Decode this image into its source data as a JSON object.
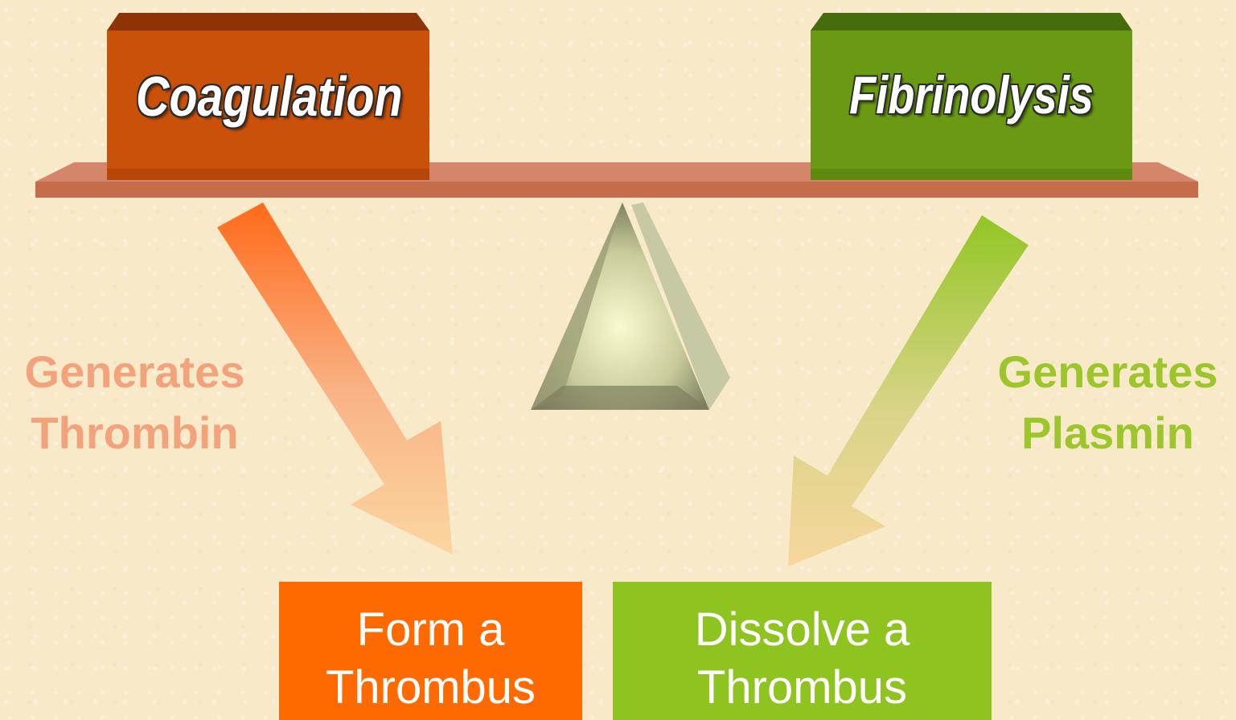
{
  "balance": {
    "left_block": {
      "label": "Coagulation",
      "color": "#c9510a"
    },
    "right_block": {
      "label": "Fibrinolysis",
      "color": "#6a9a13"
    },
    "beam_color": "#c87352",
    "fulcrum_color": "#b9ba8f"
  },
  "pathways": {
    "left": {
      "line1": "Generates",
      "line2": "Thrombin",
      "color": "#f2a37c"
    },
    "right": {
      "line1": "Generates",
      "line2": "Plasmin",
      "color": "#9cc62b"
    }
  },
  "outcomes": {
    "left": {
      "line1": "Form a",
      "line2": "Thrombus",
      "color": "#ff6a00"
    },
    "right": {
      "line1": "Dissolve a",
      "line2": "Thrombus",
      "color": "#8fc31f"
    }
  }
}
